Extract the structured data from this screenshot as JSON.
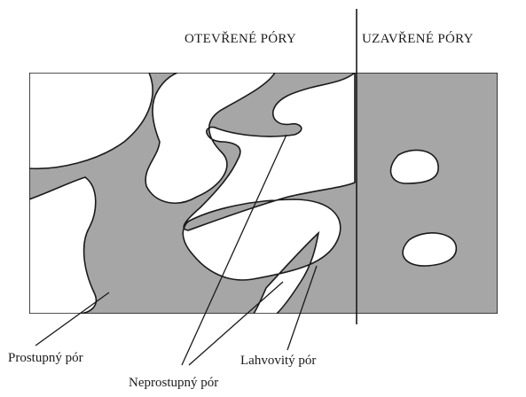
{
  "headers": {
    "open_pores": "OTEVŘENÉ PÓRY",
    "closed_pores": "UZAVŘENÉ PÓRY"
  },
  "labels": {
    "permeable_pore": "Prostupný pór",
    "bottle_pore": "Lahvovitý pór",
    "impermeable_pore": "Neprostupný pór"
  },
  "colors": {
    "solid": "#a6a6a6",
    "outline": "#1a1a1a",
    "background": "#ffffff"
  }
}
